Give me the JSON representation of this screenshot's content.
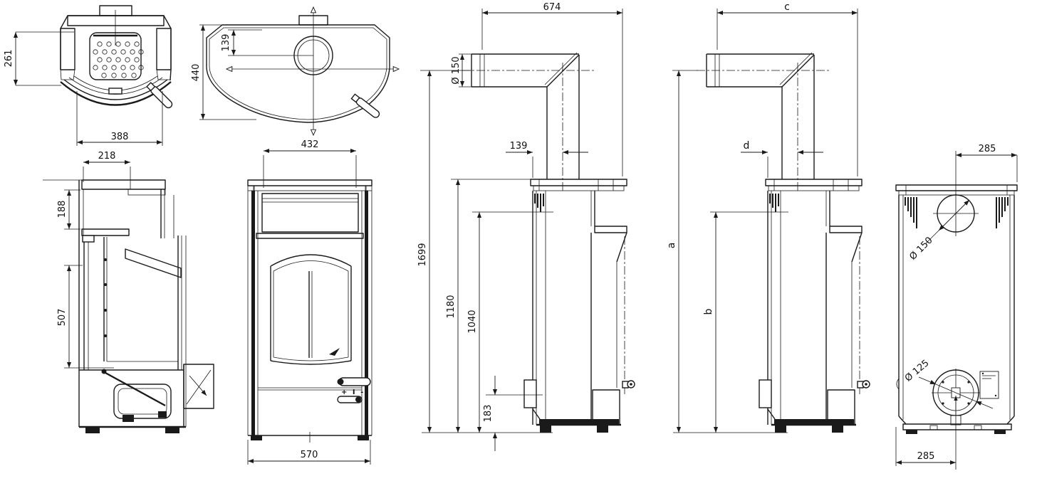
{
  "drawing": {
    "background": "#ffffff",
    "line_color": "#1a1a1a",
    "views": {
      "top_section": {
        "dim_height": "261",
        "dim_width": "388"
      },
      "top": {
        "dim_depth": "440",
        "dim_flue_offset": "139"
      },
      "flue_numeric": {
        "dim_reach": "674",
        "dim_diameter": "Ø 150",
        "dim_offset": "139"
      },
      "flue_lettered": {
        "dim_reach": "c",
        "dim_offset": "d"
      },
      "section": {
        "dim_top_depth": "218",
        "dim_upper_height": "188",
        "dim_glass_height": "507"
      },
      "front": {
        "dim_top_width": "432",
        "dim_base_width": "570",
        "air_control": "+ I -"
      },
      "side_numeric": {
        "dim_flue_height": "1699",
        "dim_total_height": "1180",
        "dim_body_height": "1040",
        "dim_inlet_height": "183"
      },
      "side_lettered": {
        "dim_flue_height": "a",
        "dim_body_height": "b"
      },
      "rear": {
        "dim_flue_offset": "285",
        "dim_flue_diameter": "Ø 150",
        "dim_inlet_diameter": "Ø 125",
        "dim_inlet_offset": "285"
      }
    }
  }
}
